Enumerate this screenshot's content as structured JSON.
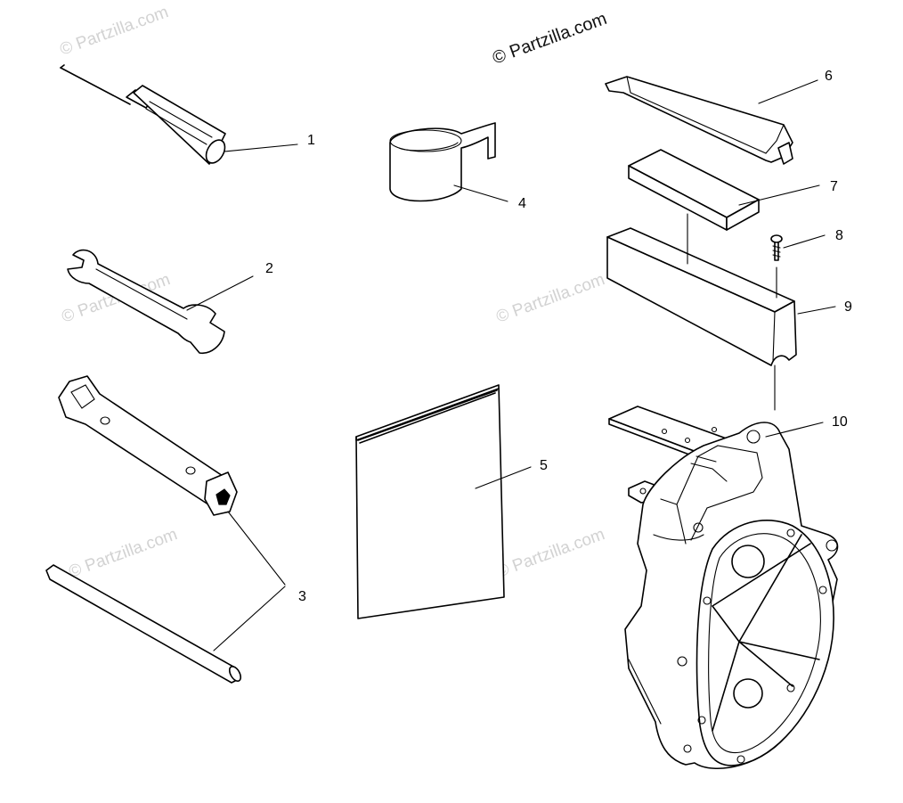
{
  "watermark": {
    "main": "© Partzilla.com",
    "faint": "© Partzilla.com"
  },
  "callouts": [
    "1",
    "2",
    "3",
    "4",
    "5",
    "6",
    "7",
    "8",
    "9",
    "10"
  ],
  "colors": {
    "ink": "#000000",
    "paper": "#ffffff",
    "watermark": "#d2d2d2"
  }
}
